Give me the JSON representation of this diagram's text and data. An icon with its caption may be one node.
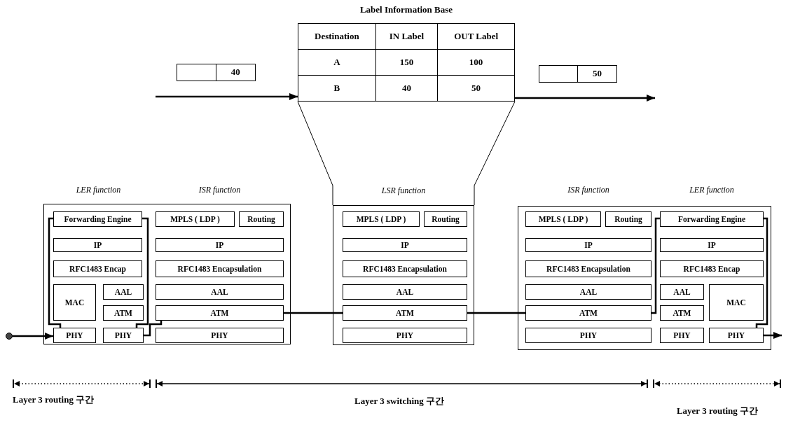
{
  "diagram": {
    "nodes": [
      {
        "text": [
          "Label Information Base",
          "Destination",
          "IN Label",
          "OUT Label",
          "A",
          "150",
          "100",
          "B",
          "40",
          "50"
        ]
      },
      {
        "text": [
          "40"
        ]
      },
      {
        "text": [
          "50"
        ]
      },
      {
        "text": [
          "LER function",
          "ISR function"
        ]
      },
      {
        "text": [
          "Forwarding Engine"
        ],
        "in": 3
      },
      {
        "text": [
          "IP"
        ],
        "in": 3
      },
      {
        "text": [
          "RFC1483 Encap"
        ],
        "in": 3
      },
      {
        "text": [
          "MAC"
        ],
        "in": 3
      },
      {
        "text": [
          "AAL"
        ],
        "in": 3
      },
      {
        "text": [
          "ATM"
        ],
        "in": 3
      },
      {
        "text": [
          "PHY"
        ],
        "in": 3
      },
      {
        "text": [
          "PHY"
        ],
        "in": 3
      },
      {
        "text": [
          "MPLS ( LDP )"
        ],
        "in": 3
      },
      {
        "text": [
          "Routing"
        ],
        "in": 3
      },
      {
        "text": [
          "IP"
        ],
        "in": 3
      },
      {
        "text": [
          "RFC1483 Encapsulation"
        ],
        "in": 3
      },
      {
        "text": [
          "AAL"
        ],
        "in": 3
      },
      {
        "text": [
          "ATM"
        ],
        "in": 3
      },
      {
        "text": [
          "PHY"
        ],
        "in": 3
      },
      {
        "text": [
          "LSR function"
        ]
      },
      {
        "text": [
          "MPLS ( LDP )"
        ],
        "in": 19
      },
      {
        "text": [
          "Routing"
        ],
        "in": 19
      },
      {
        "text": [
          "IP"
        ],
        "in": 19
      },
      {
        "text": [
          "RFC1483 Encapsulation"
        ],
        "in": 19
      },
      {
        "text": [
          "AAL"
        ],
        "in": 19
      },
      {
        "text": [
          "ATM"
        ],
        "in": 19
      },
      {
        "text": [
          "PHY"
        ],
        "in": 19
      },
      {
        "text": [
          "ISR function",
          "LER function"
        ]
      },
      {
        "text": [
          "MPLS ( LDP )"
        ],
        "in": 27
      },
      {
        "text": [
          "Routing"
        ],
        "in": 27
      },
      {
        "text": [
          "IP"
        ],
        "in": 27
      },
      {
        "text": [
          "RFC1483 Encapsulation"
        ],
        "in": 27
      },
      {
        "text": [
          "AAL"
        ],
        "in": 27
      },
      {
        "text": [
          "ATM"
        ],
        "in": 27
      },
      {
        "text": [
          "PHY"
        ],
        "in": 27
      },
      {
        "text": [
          "Forwarding Engine"
        ],
        "in": 27
      },
      {
        "text": [
          "IP"
        ],
        "in": 27
      },
      {
        "text": [
          "RFC1483 Encap"
        ],
        "in": 27
      },
      {
        "text": [
          "AAL"
        ],
        "in": 27
      },
      {
        "text": [
          "ATM"
        ],
        "in": 27
      },
      {
        "text": [
          "MAC"
        ],
        "in": 27
      },
      {
        "text": [
          "PHY"
        ],
        "in": 27
      },
      {
        "text": [
          "PHY"
        ],
        "in": 27
      },
      {
        "text": [],
        "shape": "circle"
      }
    ],
    "edges": [
      {
        "from": null,
        "to": 0,
        "arrow": "to"
      },
      {
        "from": 0,
        "to": null,
        "arrow": "to"
      },
      {
        "from": 0,
        "to": 19,
        "arrow": "none"
      },
      {
        "from": 0,
        "to": 19,
        "arrow": "none"
      },
      {
        "from": 43,
        "to": 10,
        "arrow": "to"
      },
      {
        "from": 10,
        "to": 4,
        "arrow": "none"
      },
      {
        "from": 4,
        "to": 11,
        "arrow": "none"
      },
      {
        "from": 11,
        "to": 17,
        "arrow": "none"
      },
      {
        "from": 17,
        "to": 25,
        "arrow": "none"
      },
      {
        "from": 25,
        "to": 33,
        "arrow": "none"
      },
      {
        "from": 33,
        "to": 35,
        "arrow": "none"
      },
      {
        "from": 35,
        "to": 42,
        "arrow": "none"
      },
      {
        "from": 42,
        "to": null,
        "arrow": "to"
      }
    ],
    "labels": [
      "Layer 3 routing 구간",
      "Layer 3 switching 구간",
      "Layer 3 routing 구간"
    ]
  }
}
